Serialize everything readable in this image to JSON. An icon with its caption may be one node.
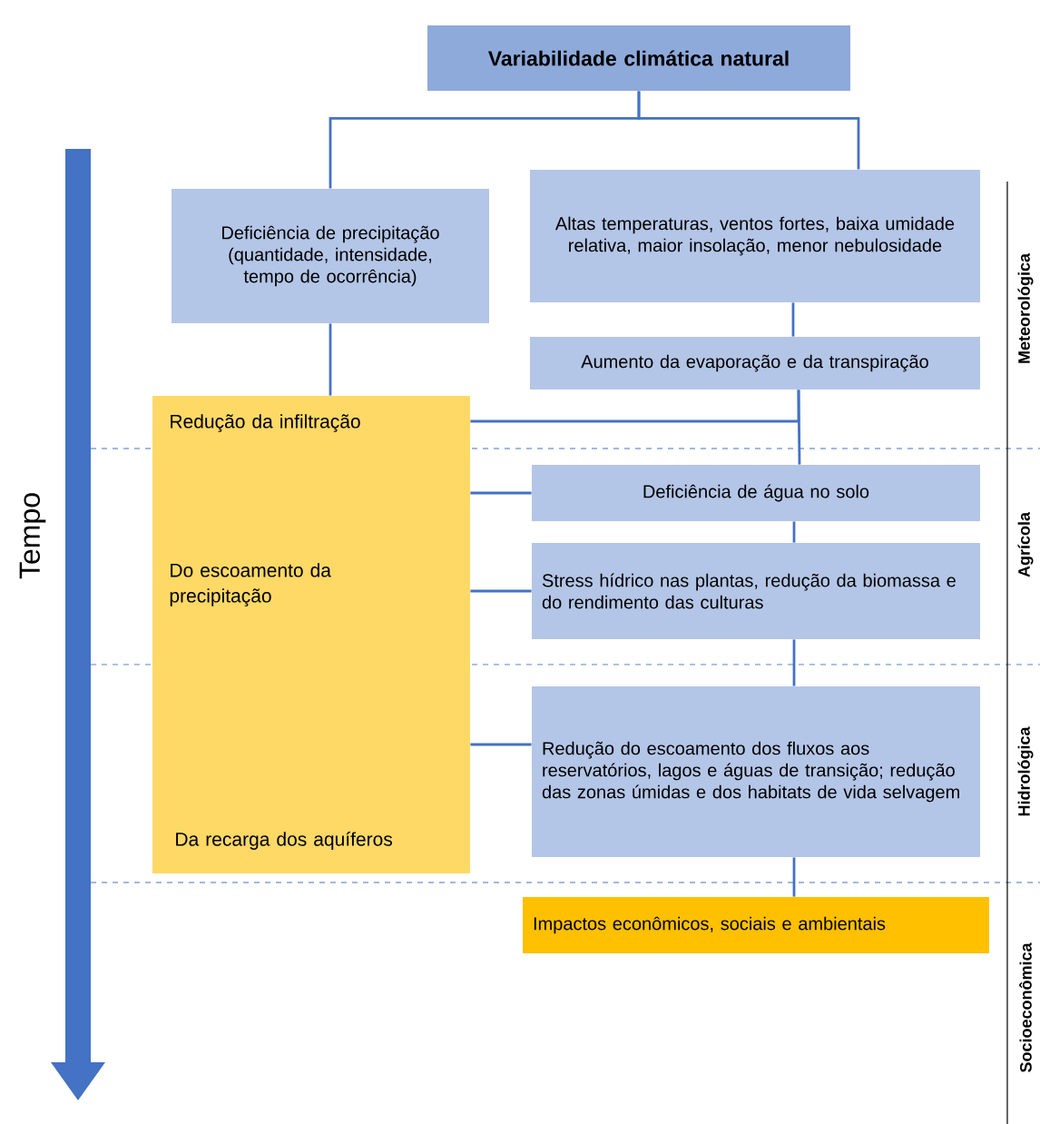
{
  "diagram": {
    "nodes": [
      {
        "text": [
          "Variabilidade climática natural"
        ]
      },
      {
        "text": [
          "Deficiência de precipitação (quantidade, intensidade, tempo de ocorrência)"
        ]
      },
      {
        "text": [
          "Altas temperaturas, ventos fortes, baixa umidade relativa, maior insolação, menor nebulosidade"
        ]
      },
      {
        "text": [
          "Aumento da evaporação e da transpiração"
        ]
      },
      {
        "text": [
          "Redução da infiltração",
          "Do escoamento da precipitação",
          "Da recarga dos aquíferos"
        ]
      },
      {
        "text": [
          "Deficiência de água no solo"
        ]
      },
      {
        "text": [
          "Stress hídrico nas plantas, redução da biomassa e do rendimento das culturas"
        ]
      },
      {
        "text": [
          "Redução do escoamento dos fluxos aos reservatórios, lagos e águas de transição; redução das zonas úmidas e dos habitats de vida selvagem"
        ]
      },
      {
        "text": [
          "Impactos econômicos, sociais e ambientais"
        ]
      }
    ],
    "edges": [
      {
        "from": 0,
        "to": 1,
        "arrow": "none"
      },
      {
        "from": 0,
        "to": 2,
        "arrow": "none"
      },
      {
        "from": 1,
        "to": 4,
        "arrow": "none"
      },
      {
        "from": 2,
        "to": 3,
        "arrow": "none"
      },
      {
        "from": 3,
        "to": 5,
        "arrow": "none"
      },
      {
        "from": 3,
        "to": 4,
        "arrow": "none"
      },
      {
        "from": 4,
        "to": 5,
        "arrow": "none"
      },
      {
        "from": 4,
        "to": 6,
        "arrow": "none"
      },
      {
        "from": 4,
        "to": 7,
        "arrow": "none"
      },
      {
        "from": 5,
        "to": 6,
        "arrow": "none"
      },
      {
        "from": 6,
        "to": 7,
        "arrow": "none"
      },
      {
        "from": 7,
        "to": 8,
        "arrow": "none"
      }
    ],
    "labels": [
      "Tempo",
      "Meteorológica",
      "Agrícola",
      "Hidrológica",
      "Socioeconômica"
    ]
  }
}
